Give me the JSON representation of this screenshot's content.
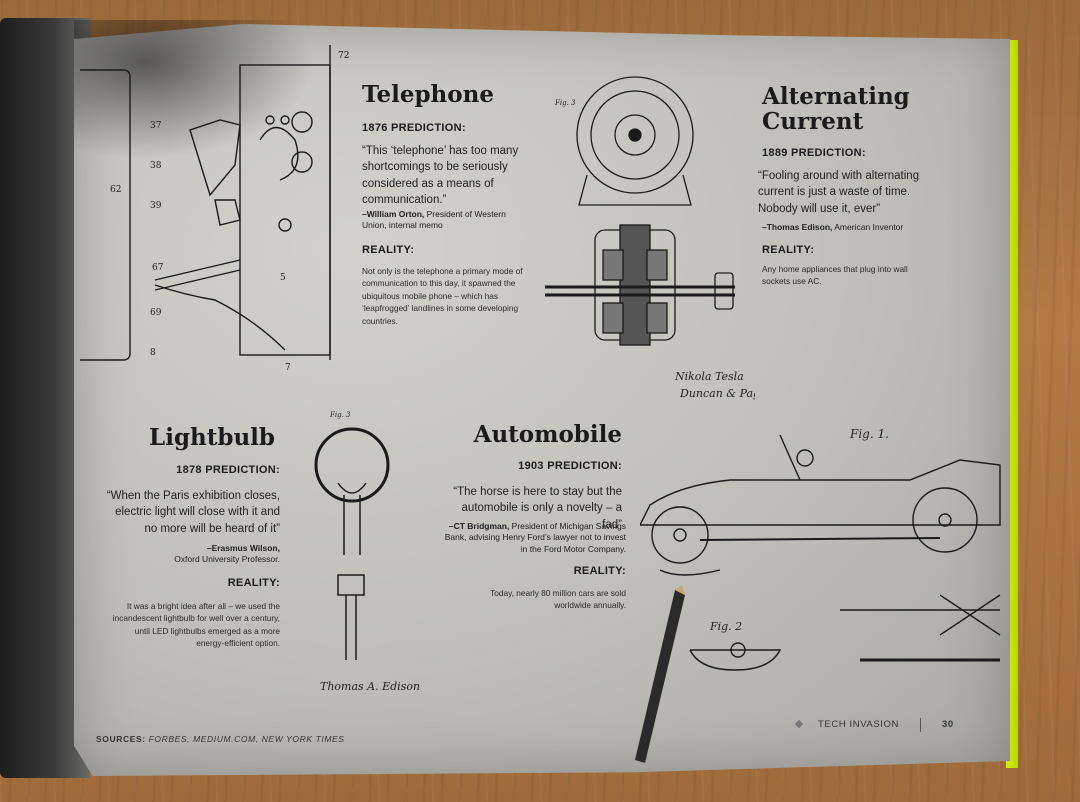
{
  "telephone": {
    "title": "Telephone",
    "prediction_label": "1876 PREDICTION:",
    "quote": "“This ‘telephone’ has too many shortcomings to be seriously considered as a means of communication.”",
    "attribution_name": "–William Orton,",
    "attribution_role": " President of Western Union, internal memo",
    "reality_label": "REALITY:",
    "reality_text": "Not only is the telephone a primary mode of communication to this day, it spawned the ubiquitous mobile phone – which has ‘leapfrogged’ landlines in some developing countries."
  },
  "alternating_current": {
    "title": "Alternating Current",
    "prediction_label": "1889 PREDICTION:",
    "quote": "“Fooling around with alternating current is just a waste of time. Nobody will use it, ever”",
    "attribution_name": "–Thomas Edison,",
    "attribution_role": " American Inventor",
    "reality_label": "REALITY:",
    "reality_text": "Any home appliances that plug into wall sockets use AC."
  },
  "lightbulb": {
    "title": "Lightbulb",
    "prediction_label": "1878 PREDICTION:",
    "quote": "“When the Paris exhibition closes, electric light will close with it and no more will be heard of it”",
    "attribution_name": "–Erasmus Wilson,",
    "attribution_role": "Oxford University Professor.",
    "reality_label": "REALITY:",
    "reality_text": "It was a bright idea after all – we used the incandescent lightbulb for well over a century, until LED lightbulbs emerged as a more energy-efficient option."
  },
  "automobile": {
    "title": "Automobile",
    "prediction_label": "1903 PREDICTION:",
    "quote": "“The horse is here to stay but the automobile is only a novelty – a fad”",
    "attribution_name": "–CT Bridgman,",
    "attribution_role": " President of Michigan Savings Bank, advising Henry Ford’s lawyer not to invest in the Ford Motor Company.",
    "reality_label": "REALITY:",
    "reality_text": "Today, nearly 80 million cars are sold worldwide annually."
  },
  "footer": {
    "sources_label": "SOURCES:",
    "sources_text": " FORBES, MEDIUM.COM, NEW YORK TIMES",
    "section": "TECH INVASION",
    "page_number": "30"
  },
  "drawings": {
    "telephone_numbers": [
      "72",
      "37",
      "38",
      "39",
      "62",
      "67",
      "69",
      "8",
      "5",
      "7"
    ],
    "ac_signature": "Nikola Tesla",
    "ac_attorneys": "Duncan & Page",
    "ac_fig": "Fig. 3",
    "lightbulb_signature": "Thomas A. Edison",
    "lightbulb_fig": "Fig. 3",
    "auto_fig1": "Fig. 1.",
    "auto_fig2": "Fig. 2"
  }
}
